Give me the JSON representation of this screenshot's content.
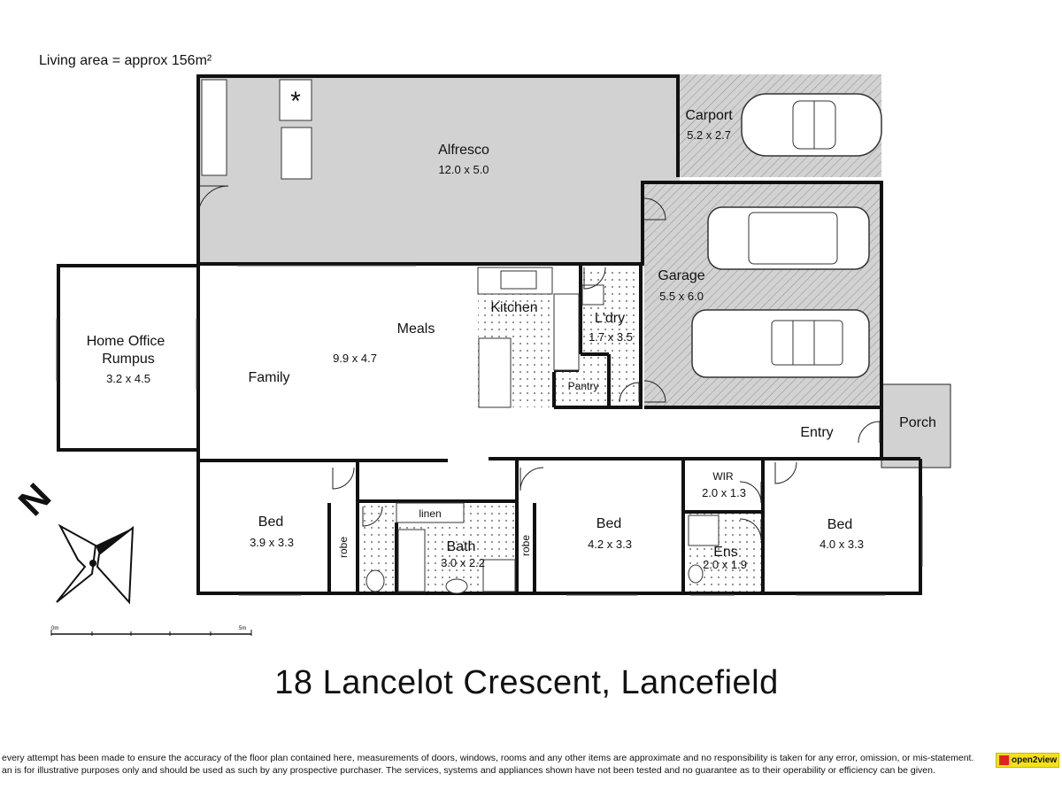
{
  "header": {
    "living_area": "Living area = approx 156m²"
  },
  "rooms": {
    "alfresco": {
      "name": "Alfresco",
      "dims": "12.0 x 5.0"
    },
    "carport": {
      "name": "Carport",
      "dims": "5.2 x 2.7"
    },
    "garage": {
      "name": "Garage",
      "dims": "5.5 x 6.0"
    },
    "home_office": {
      "name_line1": "Home Office",
      "name_line2": "Rumpus",
      "dims": "3.2 x 4.5"
    },
    "meals": {
      "name": "Meals",
      "dims": "9.9 x 4.7"
    },
    "family": {
      "name": "Family"
    },
    "kitchen": {
      "name": "Kitchen"
    },
    "laundry": {
      "name": "L'dry",
      "dims": "1.7 x 3.5"
    },
    "pantry": {
      "name": "Pantry"
    },
    "entry": {
      "name": "Entry"
    },
    "porch": {
      "name": "Porch"
    },
    "bed1": {
      "name": "Bed",
      "dims": "3.9 x 3.3"
    },
    "robe1": {
      "name": "robe"
    },
    "linen": {
      "name": "linen"
    },
    "bath": {
      "name": "Bath",
      "dims": "3.0 x 2.2"
    },
    "robe2": {
      "name": "robe"
    },
    "bed2": {
      "name": "Bed",
      "dims": "4.2 x 3.3"
    },
    "wir": {
      "name": "WIR",
      "dims": "2.0 x 1.3"
    },
    "ens": {
      "name": "Ens",
      "dims": "2.0 x 1.9"
    },
    "bed3": {
      "name": "Bed",
      "dims": "4.0 x 3.3"
    }
  },
  "compass": {
    "letter": "N",
    "icon": "north-arrow-icon"
  },
  "scale_bar": {
    "start_label": "0m",
    "end_label": "5m"
  },
  "address": "18 Lancelot Crescent, Lancefield",
  "disclaimer": {
    "line1": "every attempt has been made to ensure the accuracy of the floor plan contained here, measurements of doors, windows, rooms and any other items are approximate and no responsibility is taken for any error, omission, or mis-statement.",
    "line2": "an is for illustrative purposes only and should be used as such by any prospective purchaser. The services, systems and appliances shown have not been tested and no guarantee as to their operability or efficiency can be given."
  },
  "logo": {
    "text": "open2view"
  },
  "colors": {
    "outdoor_fill": "#d2d2d2",
    "wall": "#111111",
    "tile_dot": "#8a8a8a"
  }
}
